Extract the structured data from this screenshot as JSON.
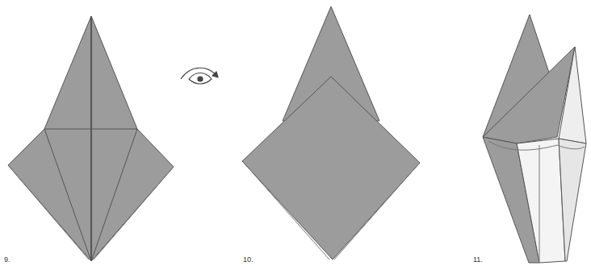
{
  "diagram": {
    "labels": [
      "9.",
      "10.",
      "11."
    ]
  }
}
